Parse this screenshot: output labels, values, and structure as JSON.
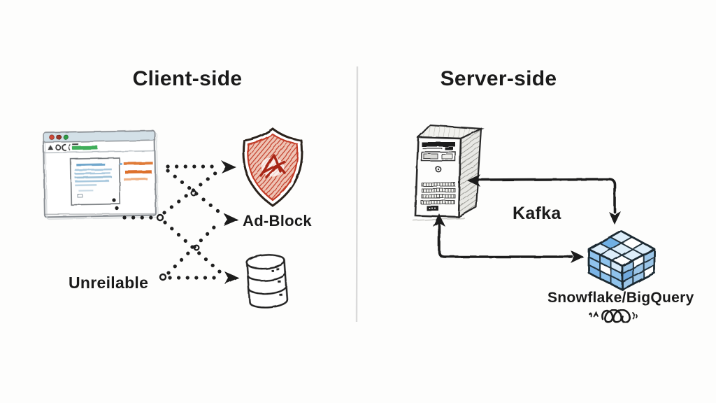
{
  "diagram": {
    "left": {
      "title": "Client-side",
      "adblock_label": "Ad-Block",
      "unreliable_label": "Unreilable"
    },
    "right": {
      "title": "Server-side",
      "kafka_label": "Kafka",
      "warehouse_label": "Snowflake/BigQuery"
    },
    "colors": {
      "ink": "#1c1c1c",
      "divider": "#dadada",
      "shield_red": "#c23b28",
      "cube_blue": "#8fc3ec",
      "browser_chrome": "#d3e0e7",
      "url_green": "#3fae5a",
      "content_blue": "#a9c9de",
      "content_orange": "#e07b39",
      "traffic_light_red": "#cf4a38",
      "traffic_light_dark_red": "#9c372b",
      "traffic_light_green": "#2f9e44"
    },
    "icons": {
      "browser": "browser-window-icon",
      "shield": "adblock-shield-icon",
      "database": "database-icon",
      "server": "server-tower-icon",
      "cube": "warehouse-cube-icon",
      "scribble": "signature-scribble-icon"
    }
  }
}
